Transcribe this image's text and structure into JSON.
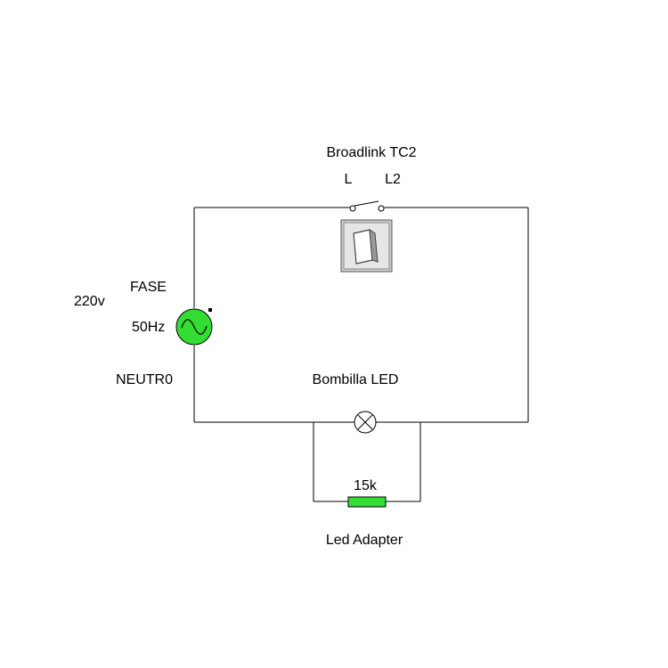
{
  "device": {
    "name": "Broadlink TC2",
    "terminal_in": "L",
    "terminal_out": "L2"
  },
  "source": {
    "voltage": "220v",
    "frequency": "50Hz",
    "phase_label": "FASE",
    "neutral_label": "NEUTR0",
    "icon": "ac-source-icon"
  },
  "lamp": {
    "label": "Bombilla LED",
    "icon": "lamp-icon"
  },
  "resistor": {
    "value": "15k",
    "label": "Led Adapter"
  },
  "switch_icon": "toggle-switch-icon",
  "colors": {
    "wire": "#000000",
    "component_green": "#33dd33",
    "switch_panel": "#d0d0d0"
  }
}
